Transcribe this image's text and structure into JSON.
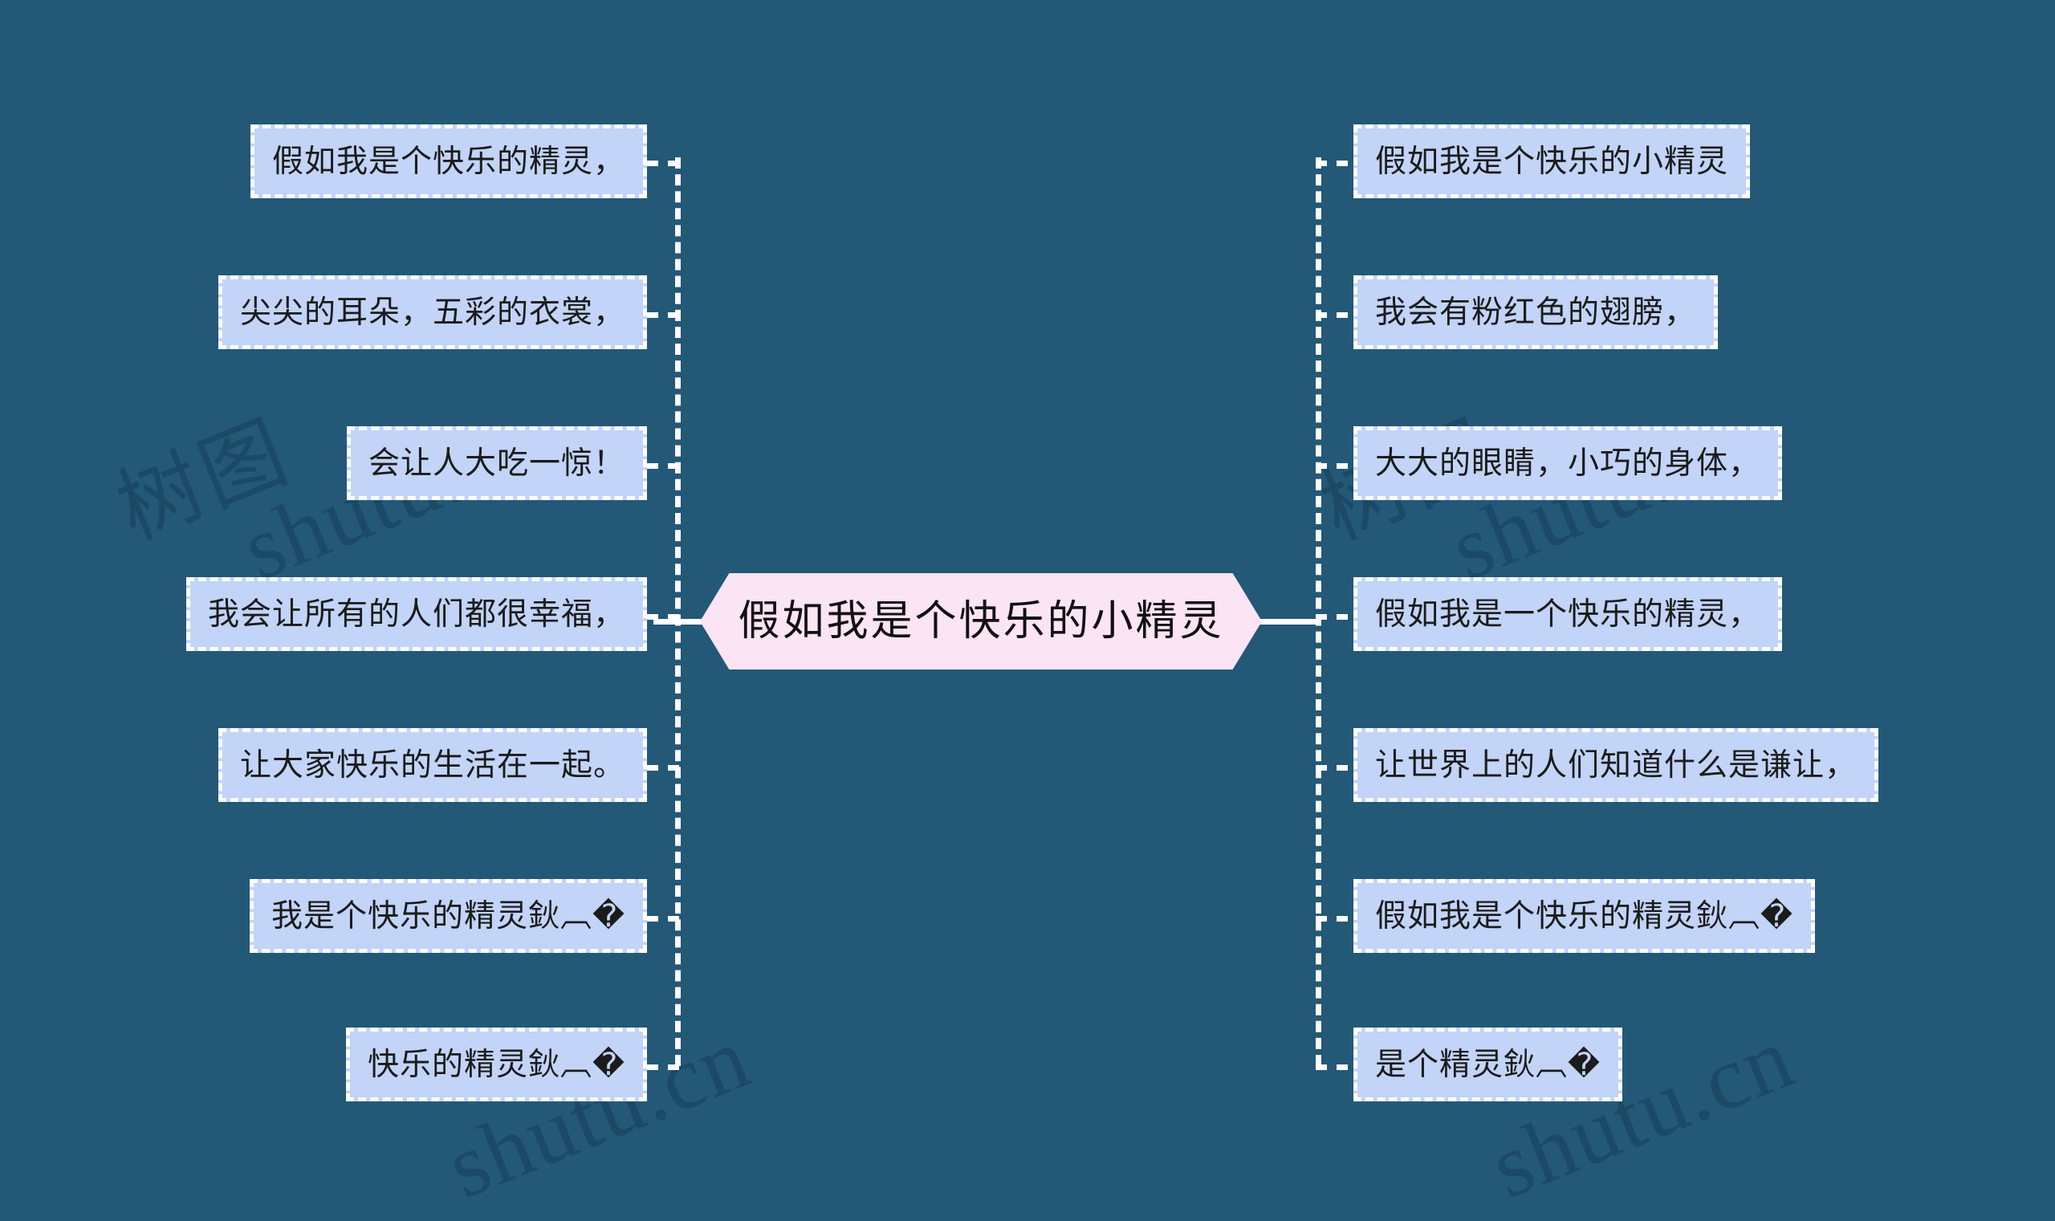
{
  "diagram": {
    "type": "mind-map",
    "background_color": "#235877",
    "node_fill": "#c2d4f7",
    "node_border": "#ffffff",
    "center_fill": "#fbe4f4",
    "center": {
      "label": "假如我是个快乐的小精灵"
    },
    "left_branch": [
      {
        "label": "假如我是个快乐的精灵，"
      },
      {
        "label": "尖尖的耳朵，五彩的衣裳，"
      },
      {
        "label": "会让人大吃一惊！"
      },
      {
        "label": "我会让所有的人们都很幸福，"
      },
      {
        "label": "让大家快乐的生活在一起。"
      },
      {
        "label": "我是个快乐的精灵鈥︹�"
      },
      {
        "label": "快乐的精灵鈥︹�"
      }
    ],
    "right_branch": [
      {
        "label": "假如我是个快乐的小精灵"
      },
      {
        "label": "我会有粉红色的翅膀，"
      },
      {
        "label": "大大的眼睛，小巧的身体，"
      },
      {
        "label": "假如我是一个快乐的精灵，"
      },
      {
        "label": "让世界上的人们知道什么是谦让，"
      },
      {
        "label": "假如我是个快乐的精灵鈥︹�"
      },
      {
        "label": "是个精灵鈥︹�"
      }
    ]
  },
  "watermark": {
    "latin": "shutu.cn",
    "cjk": "树图"
  }
}
